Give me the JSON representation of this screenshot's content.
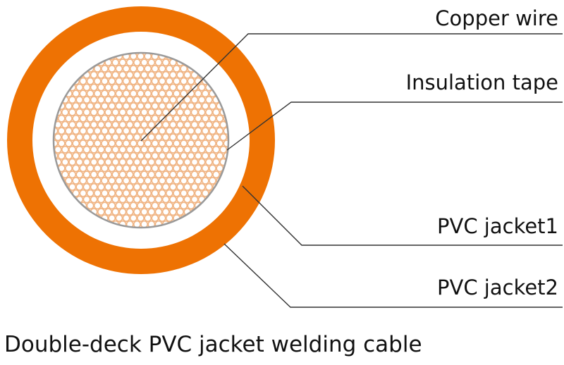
{
  "labels": {
    "copper_wire": "Copper wire",
    "insulation_tape": "Insulation tape",
    "pvc_jacket1": "PVC jacket1",
    "pvc_jacket2": "PVC jacket2"
  },
  "caption": "Double-deck PVC jacket welding cable",
  "colors": {
    "outer_jacket": "#ee7203",
    "inner_jacket": "#ffffff",
    "conductor_fill": "#fbeee2",
    "strand_stroke": "#f0b585",
    "insulation_tape_ring": "#9a9a9a",
    "leader_line": "#333333",
    "text": "#111111"
  }
}
